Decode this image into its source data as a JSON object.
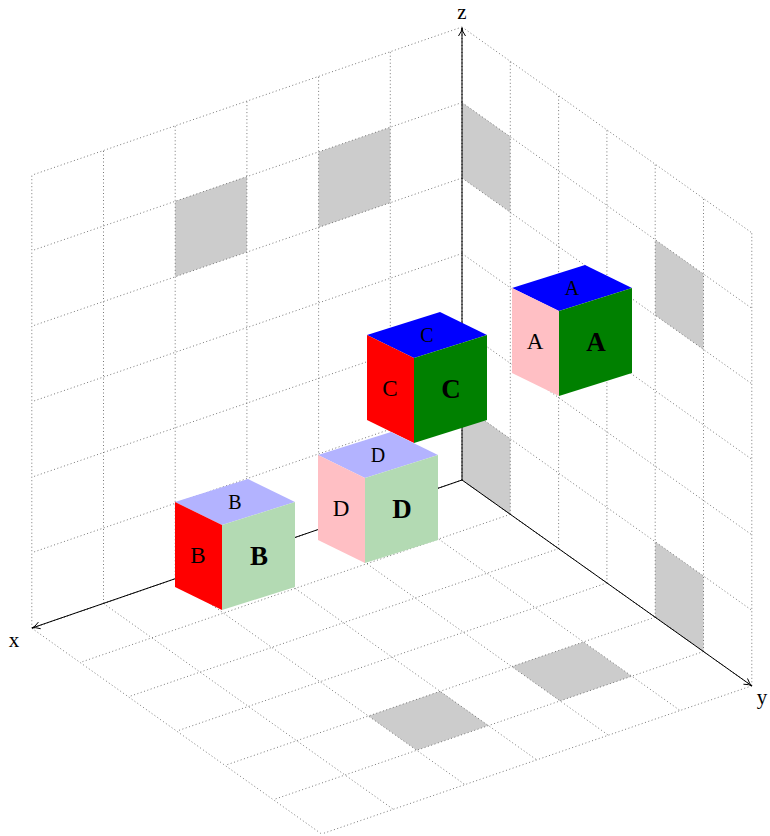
{
  "diagram": {
    "nodes": [
      {
        "text": [
          "A",
          "A",
          "A"
        ]
      },
      {
        "text": [
          "C",
          "C",
          "C"
        ]
      },
      {
        "text": [
          "D",
          "D",
          "D"
        ]
      },
      {
        "text": [
          "B",
          "B",
          "B"
        ]
      }
    ],
    "labels": [
      "z",
      "x",
      "y"
    ]
  }
}
